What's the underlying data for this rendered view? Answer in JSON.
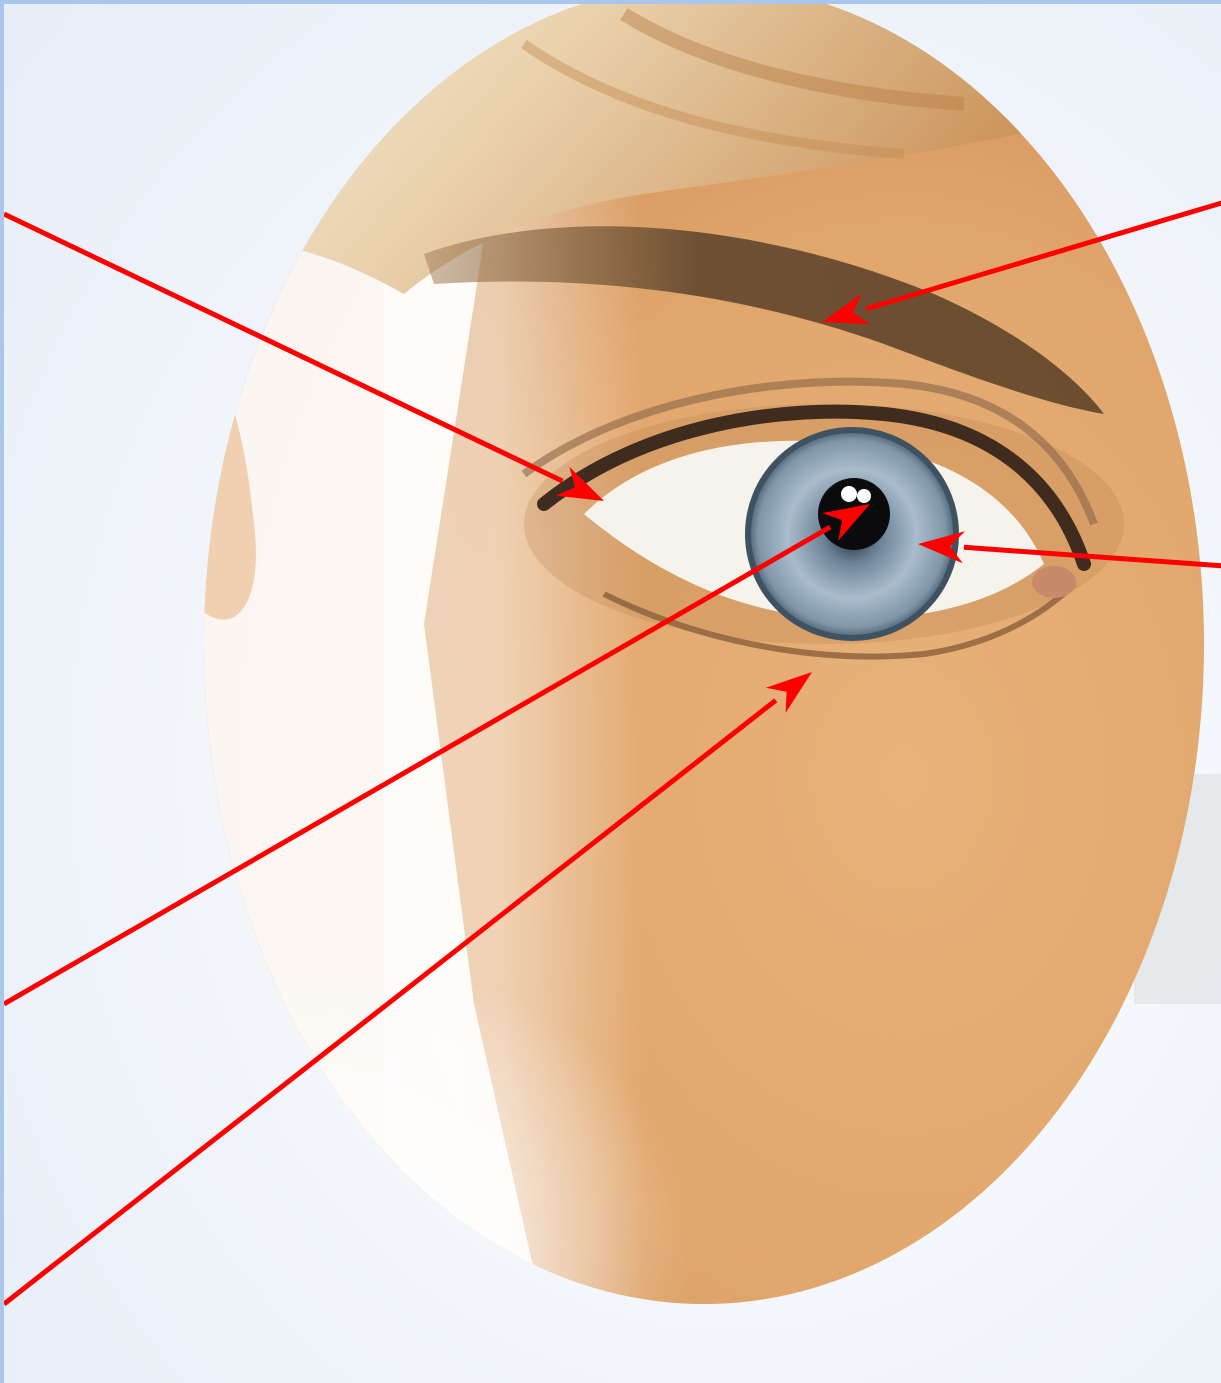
{
  "figure": {
    "description_free": true,
    "photo": {
      "subject_icon": "eye-closeup-photo",
      "colors": {
        "background": "#f3f6fa",
        "frame": "#a9c6ec",
        "skin": "#e2aa72",
        "skin_shadow": "#c9884f",
        "hair": "#d9b07e",
        "hair_light": "#f4ead9",
        "brow": "#7a5a3c",
        "iris": "#8ea4b8",
        "iris_edge": "#4f6679",
        "pupil": "#0b0b0e",
        "sclera": "#f6f3ef",
        "lash": "#4a3626"
      }
    },
    "pointers": {
      "color": "#ff0000",
      "count": 5,
      "targets": [
        "upper-eyelid",
        "eyebrow",
        "iris",
        "pupil",
        "lower-eyelid"
      ]
    }
  }
}
